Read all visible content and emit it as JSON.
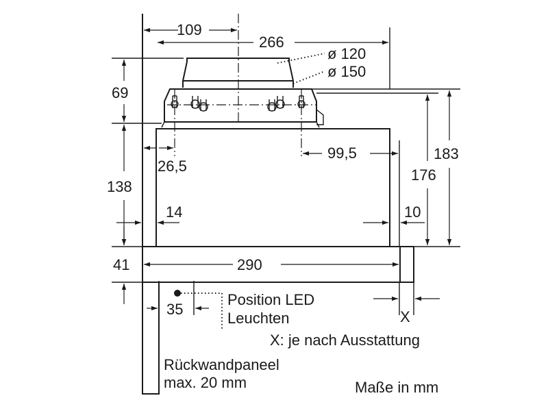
{
  "dimensions": {
    "width_109": "109",
    "width_266": "266",
    "dia_120": "ø 120",
    "dia_150": "ø 150",
    "height_69": "69",
    "height_183": "183",
    "height_176": "176",
    "offset_26_5": "26,5",
    "offset_99_5": "99,5",
    "height_138": "138",
    "side_14": "14",
    "side_10": "10",
    "height_41": "41",
    "width_290": "290",
    "offset_35": "35",
    "x_mark": "X"
  },
  "notes": {
    "led_line1": "Position LED",
    "led_line2": "Leuchten",
    "x_note": "X: je nach Ausstattung",
    "panel_line1": "Rückwandpaneel",
    "panel_line2": "max. 20 mm",
    "units": "Maße in mm"
  }
}
